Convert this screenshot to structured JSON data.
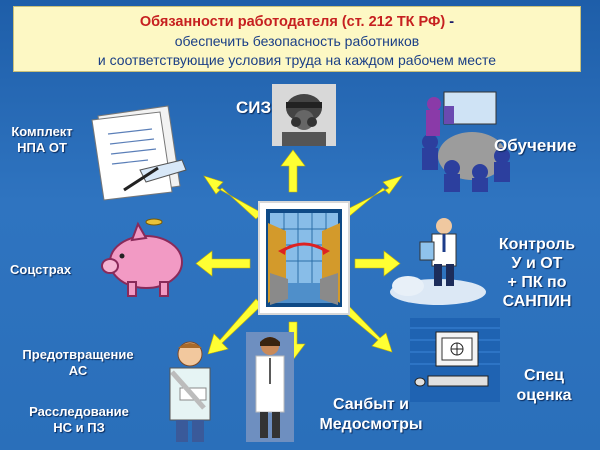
{
  "header": {
    "line1_red": "Обязанности работодателя (ст. 212 ТК РФ)",
    "line1_dash": "-",
    "line2": "обеспечить безопасность работников",
    "line3": "и  соответствующие условия труда на каждом рабочем месте"
  },
  "nodes": {
    "siz": "СИЗ",
    "npa_line1": "Комплект",
    "npa_line2": "НПА  ОТ",
    "training": "Обучение",
    "socstrakh": "Соцстрах",
    "control_line1": "Контроль",
    "control_line2": "У и ОТ",
    "control_line3": "+ ПК по",
    "control_line4": "САНПИН",
    "prevent_line1": "Предотвращение",
    "prevent_line2": "АС",
    "investigate_line1": "Расследование",
    "investigate_line2": "НС и ПЗ",
    "sanbyt_line1": "Санбыт и",
    "sanbyt_line2": "Медосмотры",
    "spec_line1": "Спец",
    "spec_line2": "оценка"
  },
  "colors": {
    "background": "#2a6fba",
    "arrow": "#ffff33",
    "title_red": "#c62020",
    "title_blue": "#1b3f86",
    "label": "#ffffff"
  },
  "icons": [
    "gas-mask-worker-icon",
    "documents-pen-icon",
    "classroom-icon",
    "piggy-bank-icon",
    "inspector-clipboard-icon",
    "injured-worker-icon",
    "doctor-icon",
    "computer-workstation-icon",
    "center-doors-icon"
  ]
}
